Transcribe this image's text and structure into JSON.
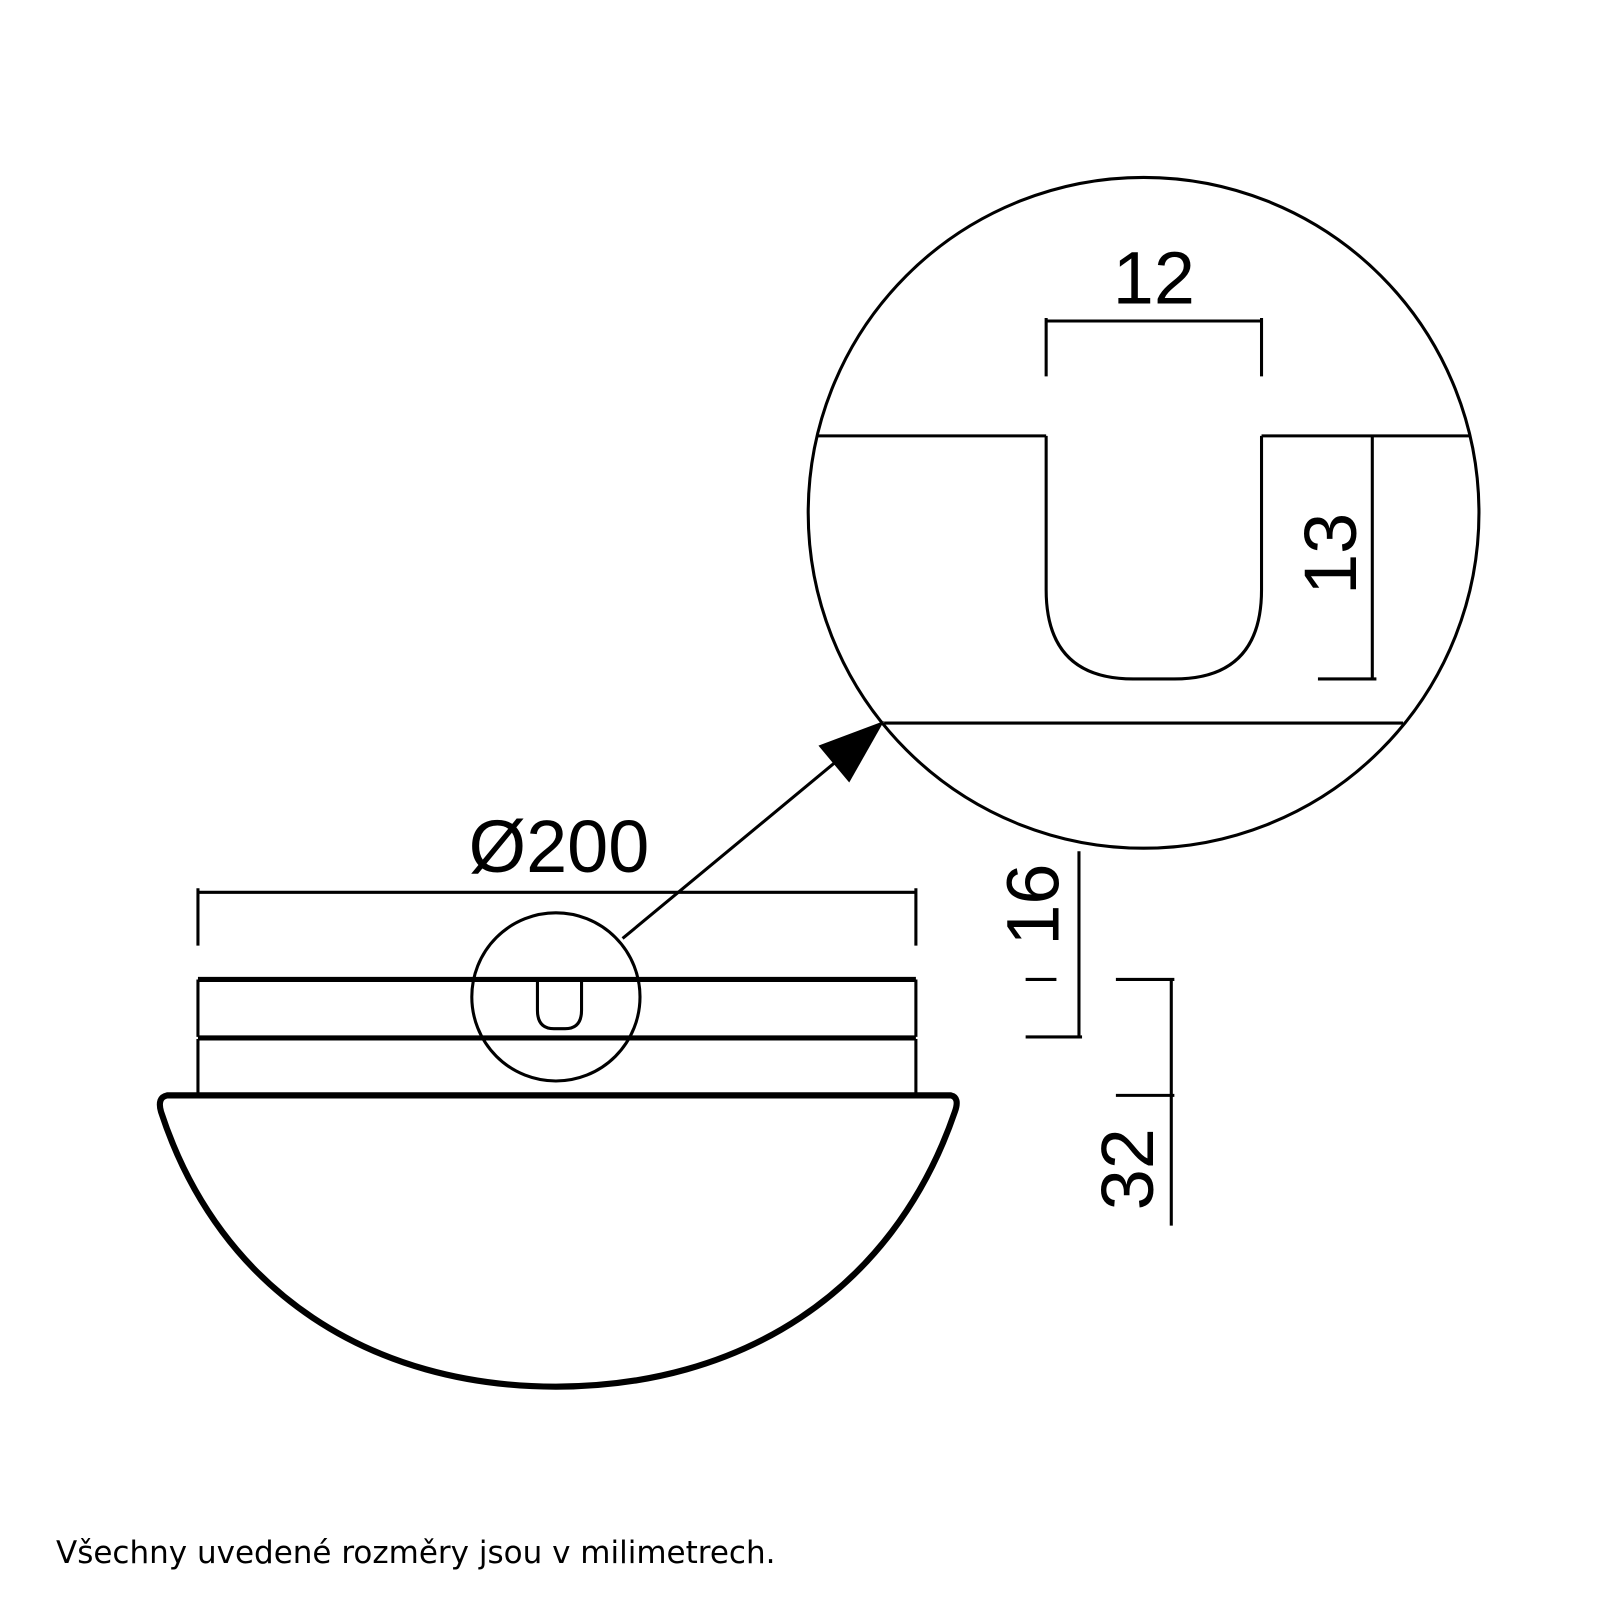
{
  "drawing": {
    "detail_dimensions": {
      "slot_width": "12",
      "slot_depth": "13"
    },
    "main_dimensions": {
      "diameter": "Ø200",
      "band_height": "16",
      "total_height": "32"
    }
  },
  "footer": {
    "note": "Všechny uvedené rozměry jsou v milimetrech."
  }
}
